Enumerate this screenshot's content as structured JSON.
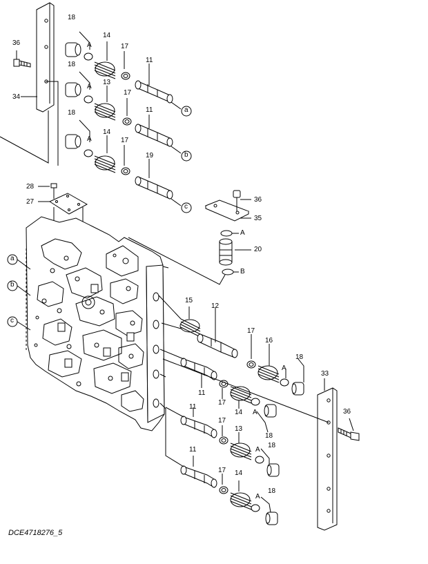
{
  "doc_code": "DCE4718276_5",
  "labels": {
    "n36a": "36",
    "n34": "34",
    "n28": "28",
    "n27": "27",
    "n18a": "18",
    "n14a": "14",
    "n17a": "17",
    "n11a": "11",
    "Aa": "A",
    "n18b": "18",
    "n13a": "13",
    "n17b": "17",
    "n11b": "11",
    "Ab": "A",
    "n18c": "18",
    "n14b": "14",
    "n17c": "17",
    "n19": "19",
    "Ac": "A",
    "n36b": "36",
    "n35": "35",
    "n20": "20",
    "A20": "A",
    "B20": "B",
    "n15": "15",
    "n12": "12",
    "n17d": "17",
    "n16": "16",
    "n18d": "18",
    "Ad": "A",
    "n33": "33",
    "n36c": "36",
    "n11c": "11",
    "n17e": "17",
    "n14c": "14",
    "Ae": "A",
    "n18e": "18",
    "n11d": "11",
    "n17f": "17",
    "n13b": "13",
    "Af": "A",
    "n18f": "18",
    "n11e": "11",
    "n17g": "17",
    "n14d": "14",
    "Ag": "A",
    "n18g": "18"
  },
  "callouts": {
    "a_top": "a",
    "b_top": "b",
    "c_top": "c",
    "a_left": "a",
    "b_left": "b",
    "c_left": "c"
  },
  "colors": {
    "line": "#000000",
    "background": "#ffffff"
  }
}
